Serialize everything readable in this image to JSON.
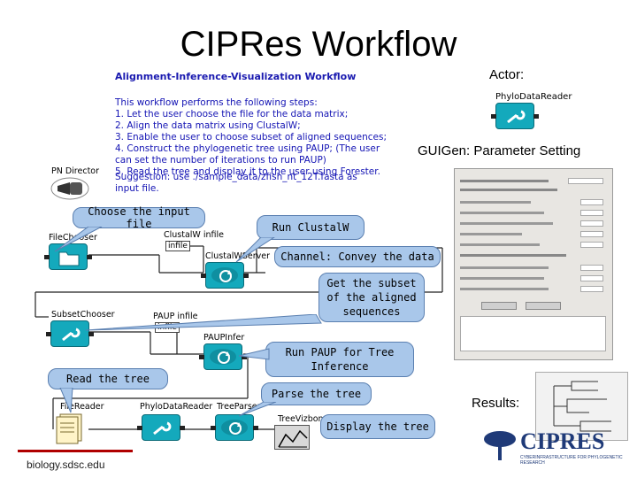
{
  "slide": {
    "title": "CIPRes Workflow",
    "footer": "biology.sdsc.edu"
  },
  "workflow": {
    "title": "Alignment-Inference-Visualization Workflow",
    "description_lines": [
      "This workflow performs the following steps:",
      "1. Let the user choose the file for the data matrix;",
      "2. Align the data matrix using ClustalW;",
      "3. Enable the user to choose subset of aligned sequences;",
      "4. Construct the phylogenetic tree using PAUP; (The user",
      "can set the number of iterations to run PAUP)",
      "5. Read the tree and display it to the user using Forester."
    ],
    "suggestion_lines": [
      "Suggestion: use ./sample_data/zfish_nt_12T.fasta as",
      "input file."
    ],
    "director_label": "PN Director"
  },
  "nodes": {
    "file_chooser": "FileChooser",
    "clustalw_infile": "ClustalW infile",
    "infile_port": "infile",
    "clustalw_server": "ClustalWServer",
    "subset_chooser": "SubsetChooser",
    "paup_infile": "PAUP infile",
    "paup_infile_port": "infile",
    "paup_infer": "PAUPInfer",
    "file_reader": "FileReader",
    "phylo_data_reader": "PhyloDataReader",
    "tree_parser": "TreeParser",
    "tree_vizbone": "TreeVizbone"
  },
  "callouts": {
    "choose_input": "Choose the input file",
    "run_clustalw": "Run ClustalW",
    "channel": "Channel: Convey the data",
    "get_subset": "Get the subset of the aligned sequences",
    "run_paup": "Run PAUP for Tree Inference",
    "read_tree": "Read the tree",
    "parse_tree": "Parse the tree",
    "display_tree": "Display the tree"
  },
  "right_panel": {
    "actor_label": "Actor:",
    "actor_name": "PhyloDataReader",
    "guigen_label": "GUIGen: Parameter Setting",
    "results_label": "Results:",
    "cipres_logo": "CIPRES",
    "cipres_tagline": "CYBERINFRASTRUCTURE FOR PHYLOGENETIC RESEARCH"
  },
  "colors": {
    "actor": "#14a9bc",
    "callout": "#a9c7ea",
    "workflow_text": "#1414b4"
  }
}
